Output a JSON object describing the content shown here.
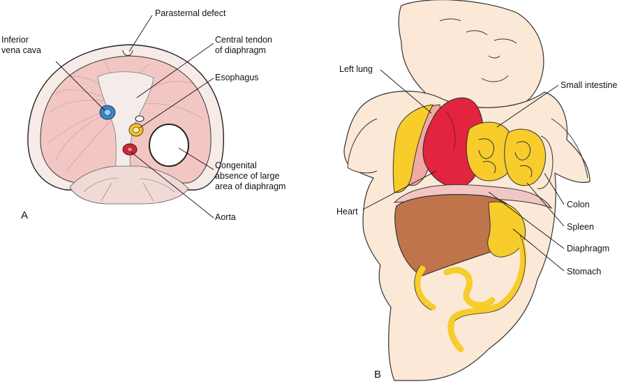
{
  "panel_a": {
    "letter": "A",
    "labels": {
      "parasternal_defect": "Parasternal defect",
      "inferior_vena_cava": [
        "Inferior",
        "vena cava"
      ],
      "central_tendon": [
        "Central tendon",
        "of diaphragm"
      ],
      "esophagus": "Esophagus",
      "congenital_absence": [
        "Congenital",
        "absence of large",
        "area of diaphragm"
      ],
      "aorta": "Aorta"
    }
  },
  "panel_b": {
    "letter": "B",
    "labels": {
      "left_lung": "Left lung",
      "small_intestine": "Small intestine",
      "heart": "Heart",
      "colon": "Colon",
      "spleen": "Spleen",
      "diaphragm": "Diaphragm",
      "stomach": "Stomach"
    }
  },
  "colors": {
    "diaphragm_muscle": "#f2c7c3",
    "tendon": "#f3eceb",
    "vena_cava": "#3a86c8",
    "esophagus": "#f0c232",
    "aorta": "#d0283c",
    "skin": "#fbe8d6",
    "lung": "#f1a9a3",
    "heart": "#e2243f",
    "intestine": "#f7cc2b",
    "liver": "#c0744c",
    "outline": "#222222"
  }
}
